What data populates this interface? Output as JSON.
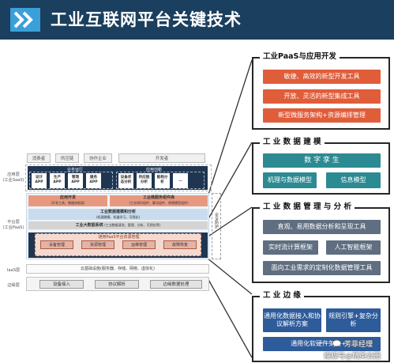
{
  "header": {
    "title": "工业互联网平台关键技术"
  },
  "diagram": {
    "top_chips": [
      "消费者",
      "供应链",
      "协作企业",
      "开发者"
    ],
    "layer_labels": {
      "app": "应用层\n(工业SaaS)",
      "platform": "平台层\n(工业PaaS)",
      "iaas": "IaaS层",
      "edge": "边缘层"
    },
    "app_sections": {
      "business": "业务运行",
      "app_innovation": "应用创新"
    },
    "app_cells": [
      "设计\nAPP",
      "生产\nAPP",
      "管理\nAPP",
      "服务\nAPP",
      "设备状\n态分析",
      "供应链\n分析",
      "能耗分\n析",
      "…"
    ],
    "platform": {
      "app_dev": "应用开发",
      "app_dev_sub": "(开发工具、微服务框架)",
      "micro_components": "工业微服务组件库",
      "micro_components_sub": "(工业知识组件、算法组件、原理模型组件)",
      "modeling": "工业数据建模和分析",
      "modeling_sub": "(机理建模、机器学习、可视化)",
      "bigdata": "工业大数据系统",
      "bigdata_sub": "(工业数据清洗、管理、分析、可视化等)",
      "paas_frame": "通用PaaS平台资源管理",
      "modules": [
        "设备管理",
        "资源管理",
        "运维管理",
        "故障恢复"
      ]
    },
    "side_label": "安全防护",
    "iaas": "云基础设施(服务器、存储、网络、虚拟化)",
    "edge": [
      "设备接入",
      "协议解析",
      "边缘数据处理"
    ]
  },
  "panels": [
    {
      "title": "工业PaaS与应用开发",
      "items": [
        "敏捷、高效的新型开发工具",
        "开放、灵活的新型集成工具",
        "新型微服务架构+资源编排管理"
      ]
    },
    {
      "title": "工 业 数 据 建 模",
      "items": [
        "数 字 孪 生",
        "机理与数据模型",
        "信息模型"
      ]
    },
    {
      "title": "工 业 数 据 管 理 与 分 析",
      "items": [
        "直观、易用数据分析和呈现工具",
        "实时流计算框架",
        "人工智能框架",
        "面向工业需求的定制化数据管理工具"
      ]
    },
    {
      "title": "工 业 边 缘",
      "items": [
        "通用化数据接入和协议解析方案",
        "规则引擎+复杂分析",
        "通用化软硬件架构+…"
      ]
    }
  ],
  "watermark": {
    "line1": "芳菲经理",
    "line2": "搜狐号@精英云图"
  },
  "colors": {
    "header_bg": "#1b3f5e",
    "orange": "#e05d3a",
    "teal": "#2c8a92",
    "slate": "#5f6e80",
    "navy": "#2e5b9a",
    "dark_navy": "#1f3550"
  }
}
